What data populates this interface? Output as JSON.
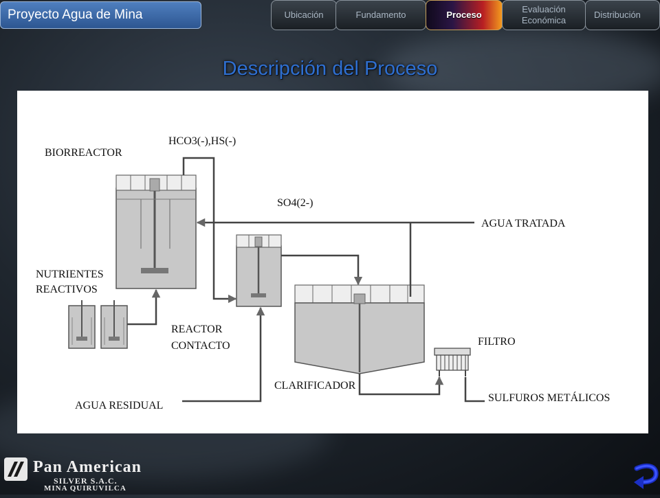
{
  "header": {
    "project_title": "Proyecto Agua de Mina"
  },
  "nav": {
    "tabs": [
      {
        "label": "Ubicación",
        "active": false
      },
      {
        "label": "Fundamento",
        "active": false
      },
      {
        "label": "Proceso",
        "active": true
      },
      {
        "label": "Evaluación Económica",
        "active": false
      },
      {
        "label": "Distribución",
        "active": false
      }
    ]
  },
  "page": {
    "title": "Descripción del Proceso"
  },
  "diagram": {
    "labels": {
      "biorreactor": "BIORREACTOR",
      "hco3_hs": "HCO3(-),HS(-)",
      "so4": "SO4(2-)",
      "agua_tratada": "AGUA TRATADA",
      "nutrientes": "NUTRIENTES",
      "reactivos": "REACTIVOS",
      "reactor": "REACTOR",
      "contacto": "CONTACTO",
      "filtro": "FILTRO",
      "clarificador": "CLARIFICADOR",
      "agua_residual": "AGUA RESIDUAL",
      "sulfuros": "SULFUROS METÁLICOS"
    }
  },
  "logo": {
    "name": "Pan American",
    "sub": "SILVER S.A.C.",
    "mine": "MINA QUIRUVILCA"
  },
  "icons": {
    "return": "return-arrow-icon",
    "logo": "pan-american-logo-icon"
  },
  "colors": {
    "title": "#2f6fd0",
    "pill": "#3c6aa9",
    "active_tab_start": "#2b1545",
    "active_tab_end": "#f39a1e"
  }
}
